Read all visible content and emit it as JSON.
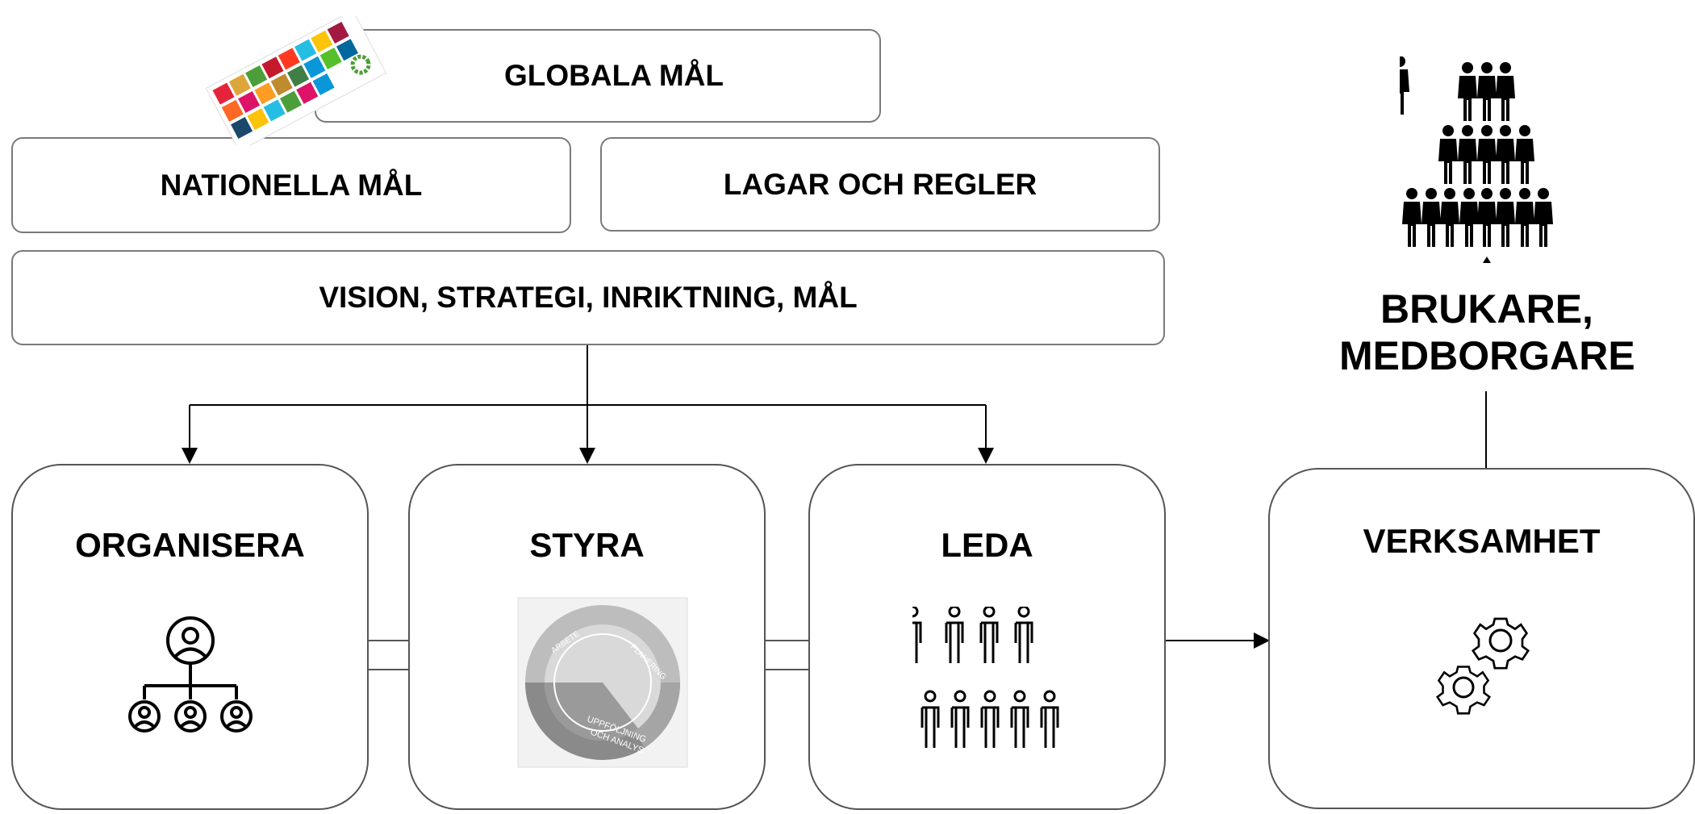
{
  "top": {
    "global": "GLOBALA MÅL",
    "national": "NATIONELLA MÅL",
    "laws": "LAGAR OCH REGLER",
    "vision": "VISION, STRATEGI, INRIKTNING, MÅL"
  },
  "pillars": {
    "organise": "ORGANISERA",
    "steer": "STYRA",
    "lead": "LEDA",
    "operations": "VERKSAMHET"
  },
  "cycle": {
    "segment_1": "PLANERING",
    "segment_2": "UPPFÖLJNING",
    "segment_3": "OCH ANALYS",
    "segment_4": "ARBETE"
  },
  "side": {
    "line1": "BRUKARE,",
    "line2": "MEDBORGARE"
  },
  "icons": [
    "sdg-tiles-icon",
    "org-chart-icon",
    "planning-cycle-icon",
    "people-group-icon",
    "gears-icon",
    "people-pyramid-icon"
  ],
  "colors": {
    "border": "#7a7a7a",
    "text": "#000000",
    "cycle_light": "#bdbdbd",
    "cycle_dark": "#8a8a8a"
  }
}
